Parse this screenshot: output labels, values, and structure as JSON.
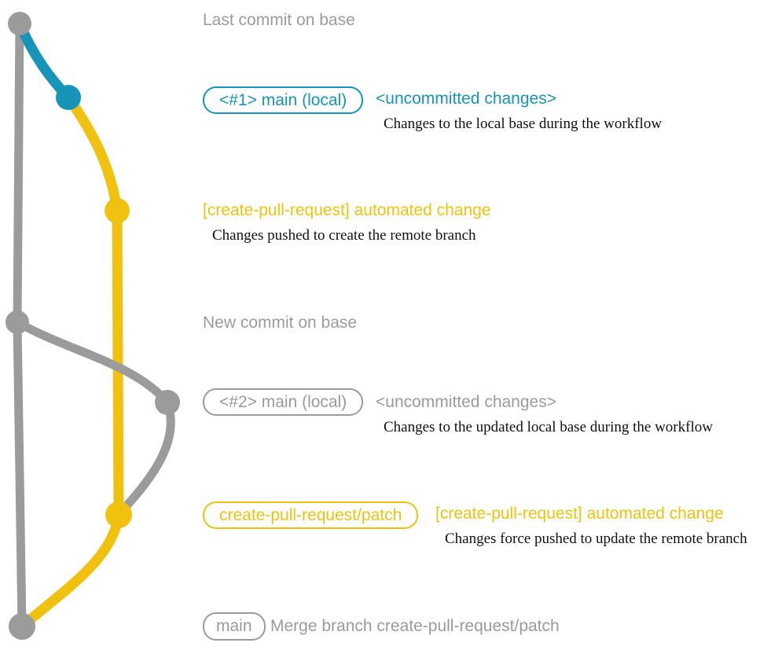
{
  "colors": {
    "gray": "#9b9b9b",
    "blue": "#1794b8",
    "yellow": "#f0c20f",
    "ink": "#111111"
  },
  "rows": {
    "last_commit_on_base": "Last commit on base",
    "commit_local_1": {
      "branch_tag": "<#1> main (local)",
      "message": "<uncommitted changes>",
      "note": "Changes to the local base during the workflow"
    },
    "commit_push_1": {
      "message": "[create-pull-request] automated change",
      "note": "Changes pushed to create the remote branch"
    },
    "new_commit_on_base": "New commit on base",
    "commit_local_2": {
      "branch_tag": "<#2> main (local)",
      "message": "<uncommitted changes>",
      "note": "Changes to the updated local base during the workflow"
    },
    "commit_push_2": {
      "branch_tag": "create-pull-request/patch",
      "message": "[create-pull-request] automated change",
      "note": "Changes force pushed to update the remote branch"
    },
    "merge_commit": {
      "branch_tag": "main",
      "message": "Merge branch create-pull-request/patch"
    }
  }
}
